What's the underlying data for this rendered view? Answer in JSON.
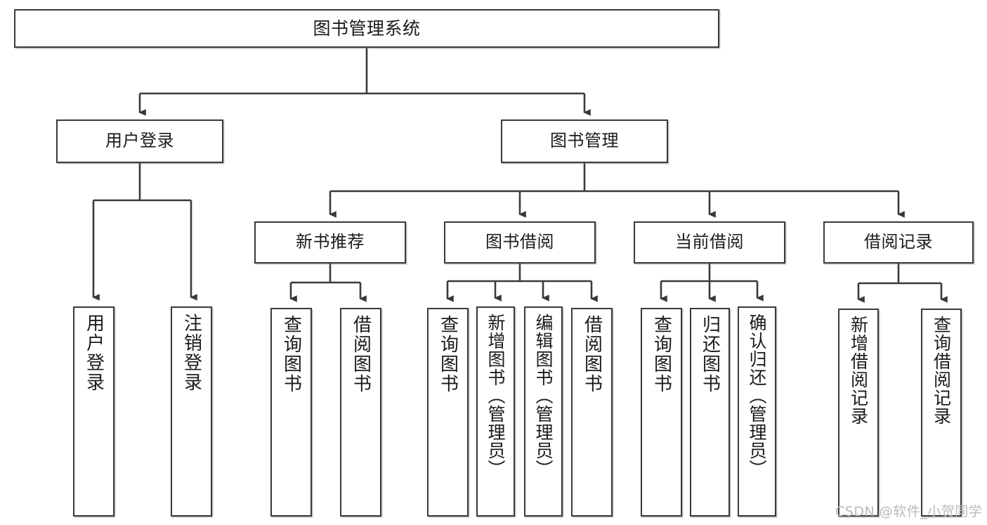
{
  "diagram": {
    "type": "tree-hierarchy-diagram",
    "title": "图书管理系统",
    "watermark": "CSDN @软件_小贺同学",
    "colors": {
      "box_border": "#3a3a3a",
      "box_fill": "#ffffff",
      "connector": "#3a3a3a",
      "text": "#1b1b1b",
      "watermark": "#b9b9b9",
      "background": "#ffffff"
    },
    "root": {
      "label": "图书管理系统"
    },
    "level1": [
      {
        "label": "用户登录"
      },
      {
        "label": "图书管理"
      }
    ],
    "level2": [
      {
        "label": "新书推荐"
      },
      {
        "label": "图书借阅"
      },
      {
        "label": "当前借阅"
      },
      {
        "label": "借阅记录"
      }
    ],
    "leaves": {
      "user_login": [
        {
          "label": "用户登录"
        },
        {
          "label": "注销登录"
        }
      ],
      "new_book_recommend": [
        {
          "label": "查询图书"
        },
        {
          "label": "借阅图书"
        }
      ],
      "book_borrow": [
        {
          "label": "查询图书"
        },
        {
          "label": "新增图书（管理员）"
        },
        {
          "label": "编辑图书（管理员）"
        },
        {
          "label": "借阅图书"
        }
      ],
      "current_borrow": [
        {
          "label": "查询图书"
        },
        {
          "label": "归还图书"
        },
        {
          "label": "确认归还（管理员）"
        }
      ],
      "borrow_record": [
        {
          "label": "新增借阅记录"
        },
        {
          "label": "查询借阅记录"
        }
      ]
    }
  }
}
